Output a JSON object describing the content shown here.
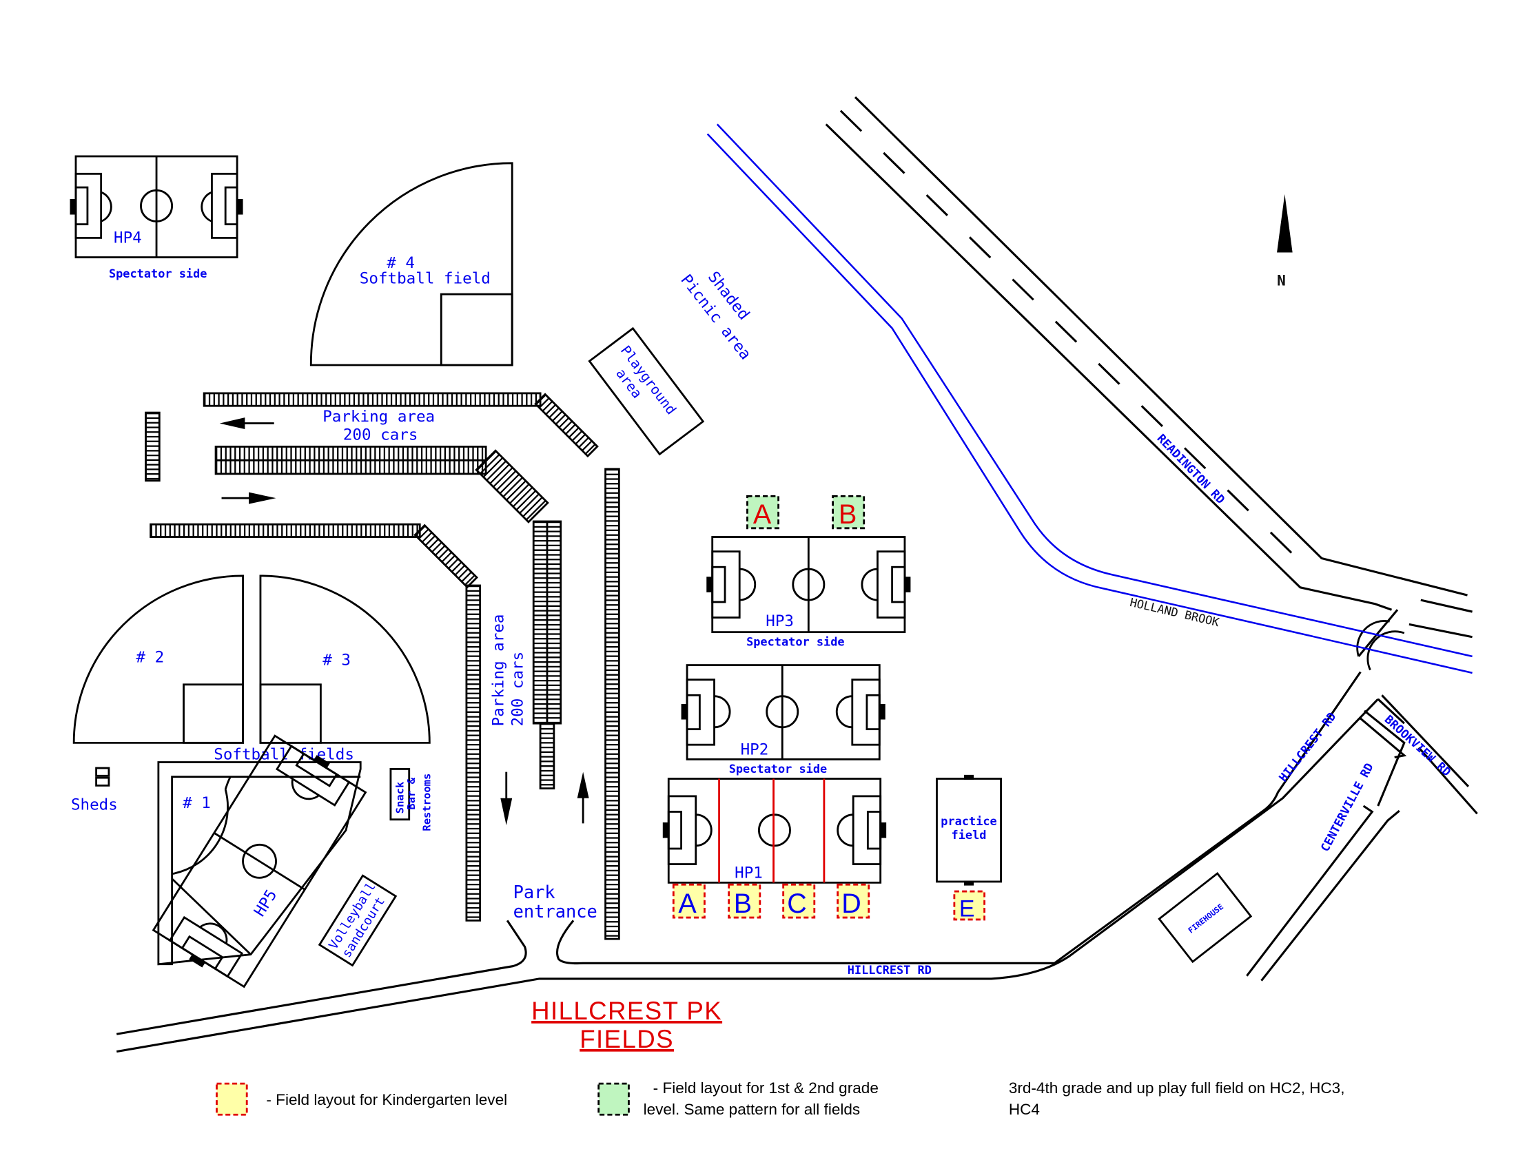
{
  "title": {
    "line1": "HILLCREST PK",
    "line2": "FIELDS"
  },
  "fields": {
    "hp1": "HP1",
    "hp2": "HP2",
    "hp3": "HP3",
    "hp4": "HP4",
    "hp5": "HP5",
    "spectator_side": "Spectator side",
    "practice_field_line1": "practice",
    "practice_field_line2": "field"
  },
  "softball": {
    "field4_num": "# 4",
    "field4_name": "Softball field",
    "field2": "# 2",
    "field3": "# 3",
    "field1": "# 1",
    "group_label": "Softball fields"
  },
  "parking": {
    "top_line1": "Parking area",
    "top_line2": "200 cars",
    "side_line1": "Parking area",
    "side_line2": "200 cars"
  },
  "facilities": {
    "playground_line1": "Playground",
    "playground_line2": "area",
    "picnic_line1": "Shaded",
    "picnic_line2": "Picnic area",
    "sheds": "Sheds",
    "snack_line1": "Snack",
    "snack_line2": "Bar &",
    "snack_line3": "Restrooms",
    "volleyball_line1": "Volleyball",
    "volleyball_line2": "sandcourt",
    "park_entrance_line1": "Park",
    "park_entrance_line2": "entrance",
    "firehouse": "FIREHOUSE"
  },
  "roads": {
    "readington": "READINGTON RD",
    "holland_brook": "HOLLAND BROOK",
    "hillcrest_ne": "HILLCREST RD",
    "hillcrest_s": "HILLCREST RD",
    "centerville": "CENTERVILLE RD",
    "brookview": "BROOKVIEW RD"
  },
  "north": "N",
  "kinder_boxes": [
    "A",
    "B",
    "C",
    "D",
    "E"
  ],
  "grade12_boxes": [
    "A",
    "B"
  ],
  "legend": {
    "kinder": "- Field layout for Kindergarten level",
    "grade12_line1": "- Field layout for 1st & 2nd grade",
    "grade12_line2": "level. Same pattern for all fields",
    "upper_line1": "3rd-4th grade and up play full field on HC2, HC3,",
    "upper_line2": "HC4"
  },
  "colors": {
    "label_blue": "#0000ee",
    "title_red": "#e00000",
    "kinder_fill": "#ffffa8",
    "grade12_fill": "#bff5bf"
  }
}
